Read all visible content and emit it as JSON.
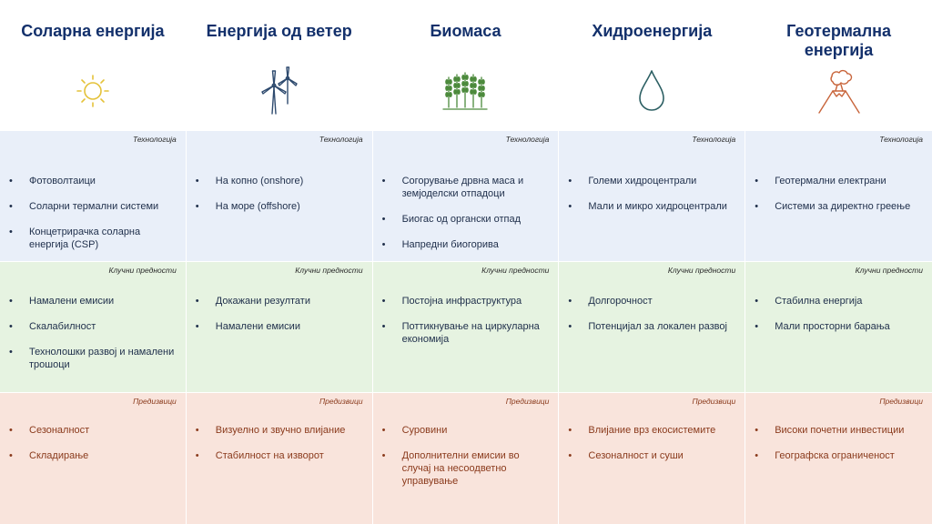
{
  "labels": {
    "technology": "Технологија",
    "advantages": "Клучни предности",
    "challenges": "Предизвици"
  },
  "colors": {
    "title": "#13306b",
    "solar_icon": "#e4c23a",
    "wind_icon": "#2e4a6e",
    "biomass_icon": "#4c8a3c",
    "hydro_icon": "#2c5f63",
    "geo_icon": "#c8643a",
    "tech_bg": "#e9eff9",
    "adv_bg": "#e6f3e1",
    "dis_bg": "#f9e4dc"
  },
  "columns": [
    {
      "title": "Соларна енергија",
      "icon": "sun-icon",
      "technology": [
        "Фотоволтаици",
        "Соларни термални системи",
        "Концетрирачка соларна енергија (CSP)"
      ],
      "advantages": [
        "Намалени емисии",
        "Скалабилност",
        "Технолошки развој и намалени трошоци"
      ],
      "challenges": [
        "Сезоналност",
        "Складирање"
      ]
    },
    {
      "title": "Енергија од ветер",
      "icon": "wind-turbine-icon",
      "technology": [
        "На копно (onshore)",
        "На море (offshore)"
      ],
      "advantages": [
        "Докажани резултати",
        "Намалени емисии"
      ],
      "challenges": [
        "Визуелно и звучно влијание",
        "Стабилност на изворот"
      ]
    },
    {
      "title": "Биомаса",
      "icon": "wheat-icon",
      "technology": [
        "Согорување дрвна маса и земјоделски отпадоци",
        "Биогас од органски отпад",
        "Напредни биогорива"
      ],
      "advantages": [
        "Постојна инфраструктура",
        "Поттикнување на циркуларна економија"
      ],
      "challenges": [
        "Суровини",
        "Дополнителни емисии во случај на несоодветно управување"
      ]
    },
    {
      "title": "Хидроенергија",
      "icon": "water-drop-icon",
      "technology": [
        "Големи хидроцентрали",
        "Мали и микро хидроцентрали"
      ],
      "advantages": [
        "Долгорочност",
        "Потенцијал за локален развој"
      ],
      "challenges": [
        "Влијание врз екосистемите",
        "Сезоналност и суши"
      ]
    },
    {
      "title": "Геотермална енергија",
      "icon": "volcano-icon",
      "technology": [
        "Геотермални електрани",
        "Системи за директно греење"
      ],
      "advantages": [
        "Стабилна енергија",
        "Мали просторни барања"
      ],
      "challenges": [
        "Високи почетни инвестиции",
        "Географска ограниченост"
      ]
    }
  ]
}
